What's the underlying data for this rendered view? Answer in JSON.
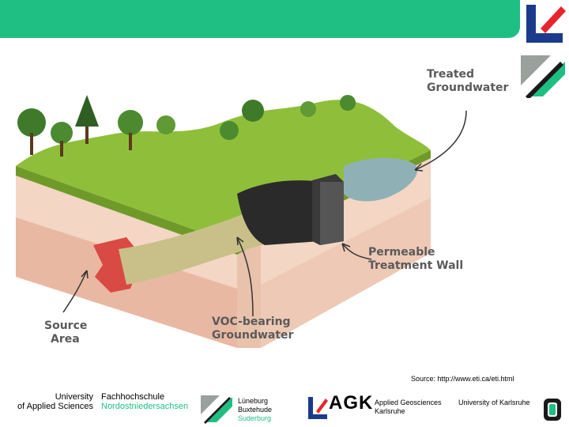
{
  "diagram": {
    "labels": {
      "treated": [
        "Treated",
        "Groundwater"
      ],
      "wall": [
        "Permeable",
        "Treatment Wall"
      ],
      "source": [
        "Source",
        "Area"
      ],
      "voc": [
        "VOC-bearing",
        "Groundwater"
      ]
    }
  },
  "source_note": "Source: http://www.eti.ca/eti.html",
  "footer": {
    "left_lines": [
      "University",
      "of Applied Sciences"
    ],
    "fh_lines": [
      "Fachhochschule",
      "Nordostniedersachsen"
    ],
    "cities": [
      "Lüneburg",
      "Buxtehude",
      "Suderburg"
    ],
    "agk": "AGK",
    "geo_lines": [
      "Applied Geosciences",
      "Karlsruhe"
    ],
    "uni_karlsruhe": "University of Karlsruhe"
  },
  "colors": {
    "brand_green": "#1fbf84",
    "brand_red": "#e8242c",
    "brand_blue": "#1a3a8c"
  }
}
